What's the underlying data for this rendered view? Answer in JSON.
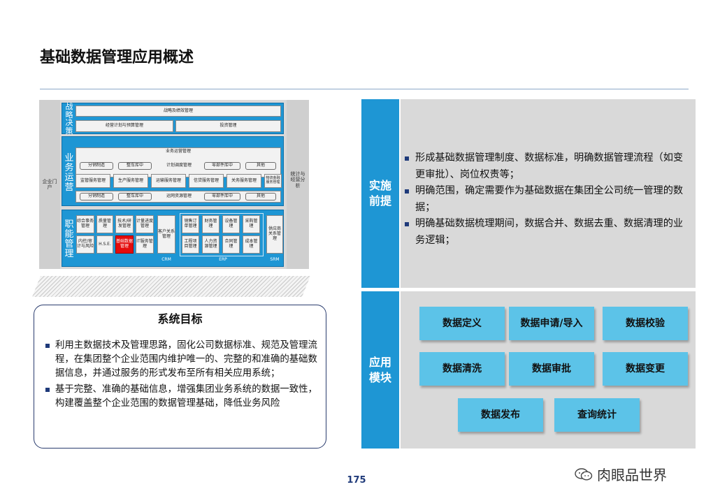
{
  "title": "基础数据管理应用概述",
  "diagram": {
    "left_side": "企业门户",
    "right_side": "统计与经营分析",
    "strategy": {
      "label": "战略决策",
      "top": "战略及绩效管理",
      "row2": [
        "经营计划与预算管理",
        "投资管理"
      ]
    },
    "operations": {
      "label": "业务运营",
      "top": "业务运营管理",
      "row1": [
        "分销制造",
        "整车库中",
        "计划调度管理",
        "零部件库中",
        "其他"
      ],
      "row2": [
        "监管服务管理",
        "生产服务管理",
        "运输服务管理",
        "信贷服务管理",
        "关务服务管理",
        "物流金融服务管理"
      ],
      "row3": [
        "分销制造",
        "整车库中",
        "运网资源管理",
        "零部件库中",
        "其他"
      ]
    },
    "functions": {
      "label": "职能管理",
      "col1": [
        "综合事务管理",
        "内控/审计与风险"
      ],
      "col2": [
        "质量管理",
        "H.S.E."
      ],
      "col3": [
        "技术/研发管理",
        "基础数据管理"
      ],
      "col4": [
        "计量进度管理",
        "IT服务管理"
      ],
      "crm_box": "客户关系管理",
      "crm_label": "CRM",
      "erp_top": [
        "销售订单管理",
        "财务管理",
        "设备管理",
        "采购管理"
      ],
      "erp_bottom": [
        "工程项目管理",
        "人力资源管理",
        "合同管理",
        "成本管理"
      ],
      "erp_label": "ERP",
      "srm_box": "供应商关系管理",
      "srm_label": "SRM"
    }
  },
  "goal": {
    "title": "系统目标",
    "items": [
      "利用主数据技术及管理思路，固化公司数据标准、规范及管理流程，在集团整个企业范围内维护唯一的、完整的和准确的基础数据信息，并通过服务的形式发布至所有相关应用系统；",
      "基于完整、准确的基础信息，增强集团业务系统的数据一致性，构建覆盖整个企业范围的数据管理基础，降低业务风险"
    ]
  },
  "premise": {
    "tab": "实施前提",
    "items": [
      "形成基础数据管理制度、数据标准，明确数据管理流程（如变更审批）、岗位权责等；",
      "明确范围，确定需要作为基础数据在集团全公司统一管理的数据；",
      "明确基础数据梳理期间，数据合并、数据去重、数据清理的业务逻辑；"
    ]
  },
  "modules": {
    "tab": "应用模块",
    "items": [
      "数据定义",
      "数据申请/导入",
      "数据校验",
      "数据清洗",
      "数据审批",
      "数据变更",
      "数据发布",
      "查询统计"
    ]
  },
  "page_number": "175",
  "watermark": "肉眼品世界",
  "colors": {
    "accent_blue": "#1e96d4",
    "module_blue": "#5cc3e8",
    "panel_grey": "#d9d9d9",
    "highlight_red": "#e40c0c"
  }
}
